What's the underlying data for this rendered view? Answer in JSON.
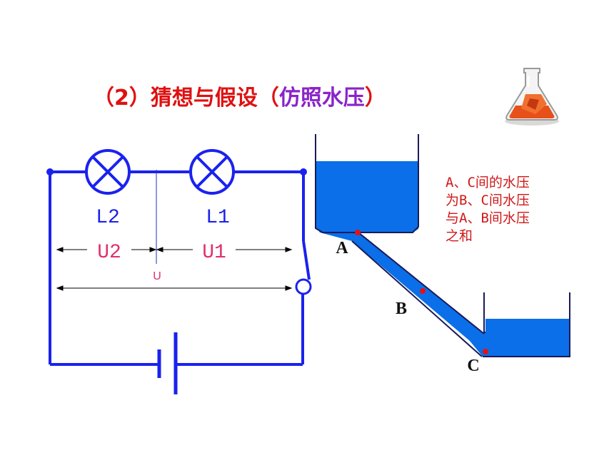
{
  "title": {
    "part1": "（2）猜想与假设（",
    "part2": "仿照水压",
    "part3": "）"
  },
  "circuit": {
    "lamp1_label": "L1",
    "lamp2_label": "L2",
    "voltage1_label": "U1",
    "voltage2_label": "U2",
    "total_voltage_label": "U"
  },
  "water": {
    "point_a": "A",
    "point_b": "B",
    "point_c": "C",
    "note_lines": [
      "A、C间的水压",
      "为B、C间水压",
      "与A、B间水压",
      "之和"
    ]
  },
  "colors": {
    "title_red": "#e01010",
    "title_purple": "#8a24c8",
    "wire_blue": "#1a22ee",
    "water_blue": "#0a6fe8",
    "label_red": "#e0306a",
    "point_red": "#e81010"
  }
}
